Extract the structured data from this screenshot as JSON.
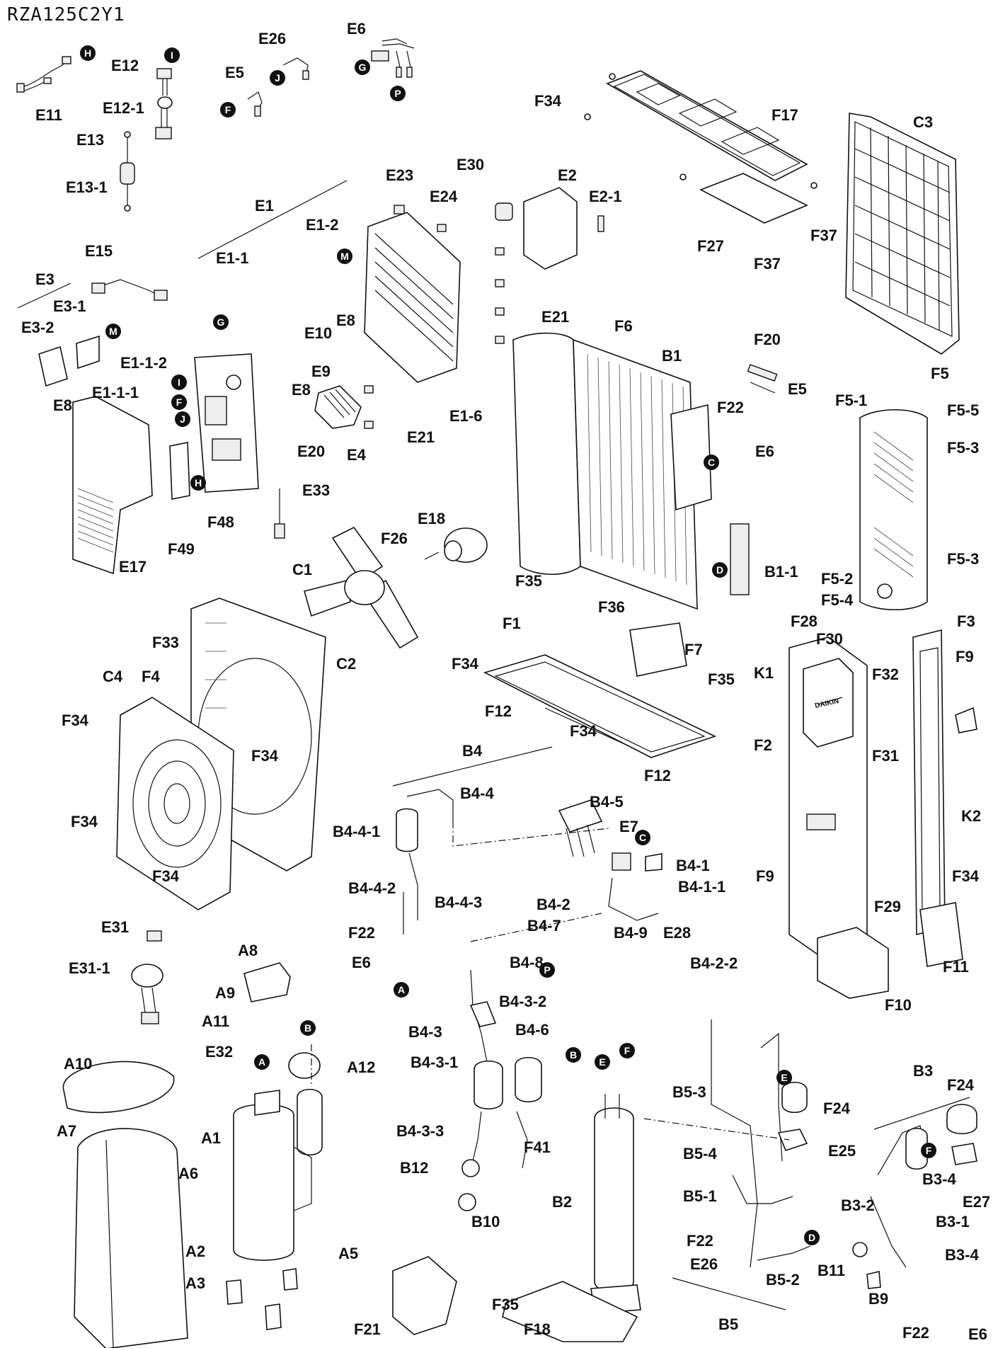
{
  "model": "RZA125C2Y1",
  "brand_mark": "DAIKIN",
  "labels": {
    "e11": "E11",
    "e12": "E12",
    "e12_1": "E12-1",
    "e13": "E13",
    "e13_1": "E13-1",
    "e26_top": "E26",
    "e5_top": "E5",
    "e6_top": "E6",
    "f34_top": "F34",
    "f17": "F17",
    "c3": "C3",
    "f27": "F27",
    "f37_a": "F37",
    "f37_b": "F37",
    "e1": "E1",
    "e1_1": "E1-1",
    "e1_2": "E1-2",
    "e23": "E23",
    "e24": "E24",
    "e30": "E30",
    "e2": "E2",
    "e2_1": "E2-1",
    "e21_a": "E21",
    "e21_b": "E21",
    "e15": "E15",
    "e3": "E3",
    "e3_1": "E3-1",
    "e3_2": "E3-2",
    "e8_a": "E8",
    "e8_b": "E8",
    "e8_c": "E8",
    "e1_1_2": "E1-1-2",
    "e1_1_1": "E1-1-1",
    "e10": "E10",
    "e9": "E9",
    "e20": "E20",
    "e4": "E4",
    "e1_6": "E1-6",
    "e17": "E17",
    "f49": "F49",
    "f48": "F48",
    "e33": "E33",
    "f6": "F6",
    "b1": "B1",
    "f20": "F20",
    "e5_mid": "E5",
    "f22_a": "F22",
    "e6_mid": "E6",
    "b1_1": "B1-1",
    "f5": "F5",
    "f5_1": "F5-1",
    "f5_5": "F5-5",
    "f5_3a": "F5-3",
    "f5_3b": "F5-3",
    "f5_2": "F5-2",
    "f5_4": "F5-4",
    "e18": "E18",
    "f26": "F26",
    "c1": "C1",
    "c2": "C2",
    "f35_a": "F35",
    "f1": "F1",
    "f36": "F36",
    "f7": "F7",
    "f34_mid": "F34",
    "f35_b": "F35",
    "f12_a": "F12",
    "f34_mid2": "F34",
    "f12_b": "F12",
    "f33": "F33",
    "f4": "F4",
    "c4": "C4",
    "f34_l1": "F34",
    "f34_l2": "F34",
    "f34_l3": "F34",
    "f34_l4": "F34",
    "f28": "F28",
    "f30": "F30",
    "f3": "F3",
    "k1": "K1",
    "f32": "F32",
    "f9_a": "F9",
    "f31": "F31",
    "f2": "F2",
    "k2": "K2",
    "f9_b": "F9",
    "f34_r": "F34",
    "f29": "F29",
    "f11": "F11",
    "f10": "F10",
    "b4": "B4",
    "b4_4": "B4-4",
    "b4_4_1": "B4-4-1",
    "b4_5": "B4-5",
    "e7": "E7",
    "b4_1": "B4-1",
    "b4_1_1": "B4-1-1",
    "b4_4_2": "B4-4-2",
    "b4_4_3": "B4-4-3",
    "f22_b": "F22",
    "e6_b": "E6",
    "b4_2": "B4-2",
    "b4_7": "B4-7",
    "b4_9": "B4-9",
    "e28": "E28",
    "b4_8": "B4-8",
    "b4_2_2": "B4-2-2",
    "b4_3_2": "B4-3-2",
    "b4_3": "B4-3",
    "b4_6": "B4-6",
    "b4_3_1": "B4-3-1",
    "b4_3_3": "B4-3-3",
    "f41": "F41",
    "b12": "B12",
    "b10": "B10",
    "b2": "B2",
    "e31": "E31",
    "e31_1": "E31-1",
    "a8": "A8",
    "a9": "A9",
    "a11": "A11",
    "e32": "E32",
    "a12": "A12",
    "a10": "A10",
    "a7": "A7",
    "a1": "A1",
    "a6": "A6",
    "a2": "A2",
    "a3": "A3",
    "a5": "A5",
    "f21": "F21",
    "f35_c": "F35",
    "f18": "F18",
    "b5_3": "B5-3",
    "f24_a": "F24",
    "e25": "E25",
    "b5_4": "B5-4",
    "b5_1": "B5-1",
    "f22_c": "F22",
    "e26_b": "E26",
    "b5_2": "B5-2",
    "b5": "B5",
    "b3": "B3",
    "f24_b": "F24",
    "b3_4a": "B3-4",
    "e27": "E27",
    "b3_2": "B3-2",
    "b3_1": "B3-1",
    "b3_4b": "B3-4",
    "b11": "B11",
    "b9": "B9",
    "f22_d": "F22",
    "e6_c": "E6"
  },
  "markers": {
    "h1": "H",
    "i1": "I",
    "g1": "G",
    "j1": "J",
    "f1": "F",
    "p1": "P",
    "m1": "M",
    "m2": "M",
    "g2": "G",
    "i2": "I",
    "f2": "F",
    "j2": "J",
    "h2": "H",
    "c1": "C",
    "d1": "D",
    "c2": "C",
    "a1": "A",
    "p2": "P",
    "b1": "B",
    "e1": "E",
    "f3": "F",
    "b2": "B",
    "a2": "A",
    "e2": "E",
    "d2": "D",
    "f4": "F"
  }
}
